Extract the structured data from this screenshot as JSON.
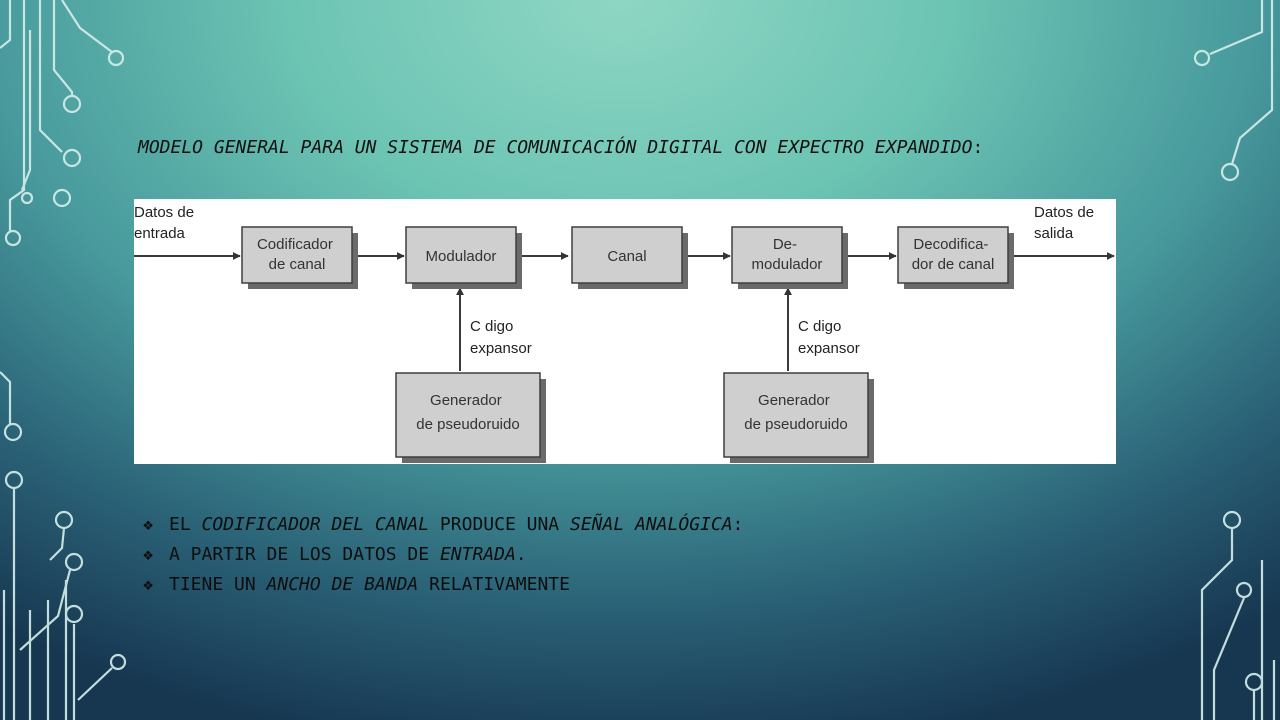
{
  "slide": {
    "title": {
      "part1": "Modelo general para un sistema de comunicación digital con expectro expandido",
      "part2": ":"
    },
    "bullets": [
      {
        "marker": "❖",
        "t1": "El ",
        "e1": "codificador del canal",
        "t2": " produce una ",
        "e2": "señal analógica",
        "t3": ":"
      },
      {
        "marker": "❖",
        "t1": "A partir de los datos de ",
        "e1": "entrada",
        "t2": ".",
        "e2": "",
        "t3": ""
      },
      {
        "marker": "❖",
        "t1": "Tiene un ",
        "e1": "ancho de banda",
        "t2": " relativamente",
        "e2": "",
        "t3": ""
      }
    ]
  },
  "diagram": {
    "input_label": [
      "Datos de",
      "entrada"
    ],
    "output_label": [
      "Datos de",
      "salida"
    ],
    "blocks": [
      {
        "id": "codificador",
        "lines": [
          "Codificador",
          "de canal"
        ]
      },
      {
        "id": "modulador",
        "lines": [
          "Modulador"
        ]
      },
      {
        "id": "canal",
        "lines": [
          "Canal"
        ]
      },
      {
        "id": "demodulador",
        "lines": [
          "De-",
          "modulador"
        ]
      },
      {
        "id": "decodificador",
        "lines": [
          "Decodifica-",
          "dor de canal"
        ]
      },
      {
        "id": "generador-1",
        "lines": [
          "Generador",
          "de pseudoruido"
        ]
      },
      {
        "id": "generador-2",
        "lines": [
          "Generador",
          "de pseudoruido"
        ]
      }
    ],
    "code_labels": [
      [
        "C digo",
        "expansor"
      ],
      [
        "C digo",
        "expansor"
      ]
    ]
  },
  "colors": {
    "block_fill": "#cfcfcf",
    "block_shadow": "#6a6a6a",
    "text": "#111111"
  }
}
